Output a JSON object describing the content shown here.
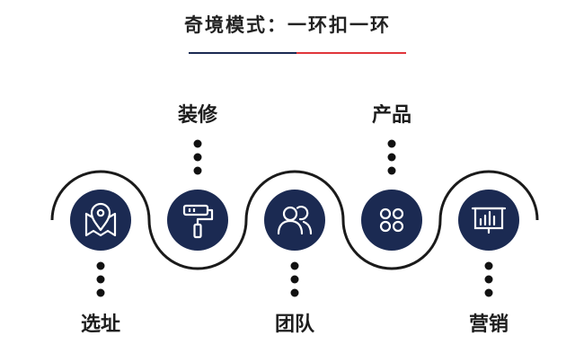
{
  "title": "奇境模式：一环扣一环",
  "accent": {
    "navy": "#1b2a52",
    "red": "#e0363b"
  },
  "steps": [
    {
      "label": "选址",
      "icon": "map-pin-icon",
      "label_position": "below"
    },
    {
      "label": "装修",
      "icon": "paint-roller-icon",
      "label_position": "above"
    },
    {
      "label": "团队",
      "icon": "team-icon",
      "label_position": "below"
    },
    {
      "label": "产品",
      "icon": "grid-icon",
      "label_position": "above"
    },
    {
      "label": "营销",
      "icon": "presentation-chart-icon",
      "label_position": "below"
    }
  ]
}
